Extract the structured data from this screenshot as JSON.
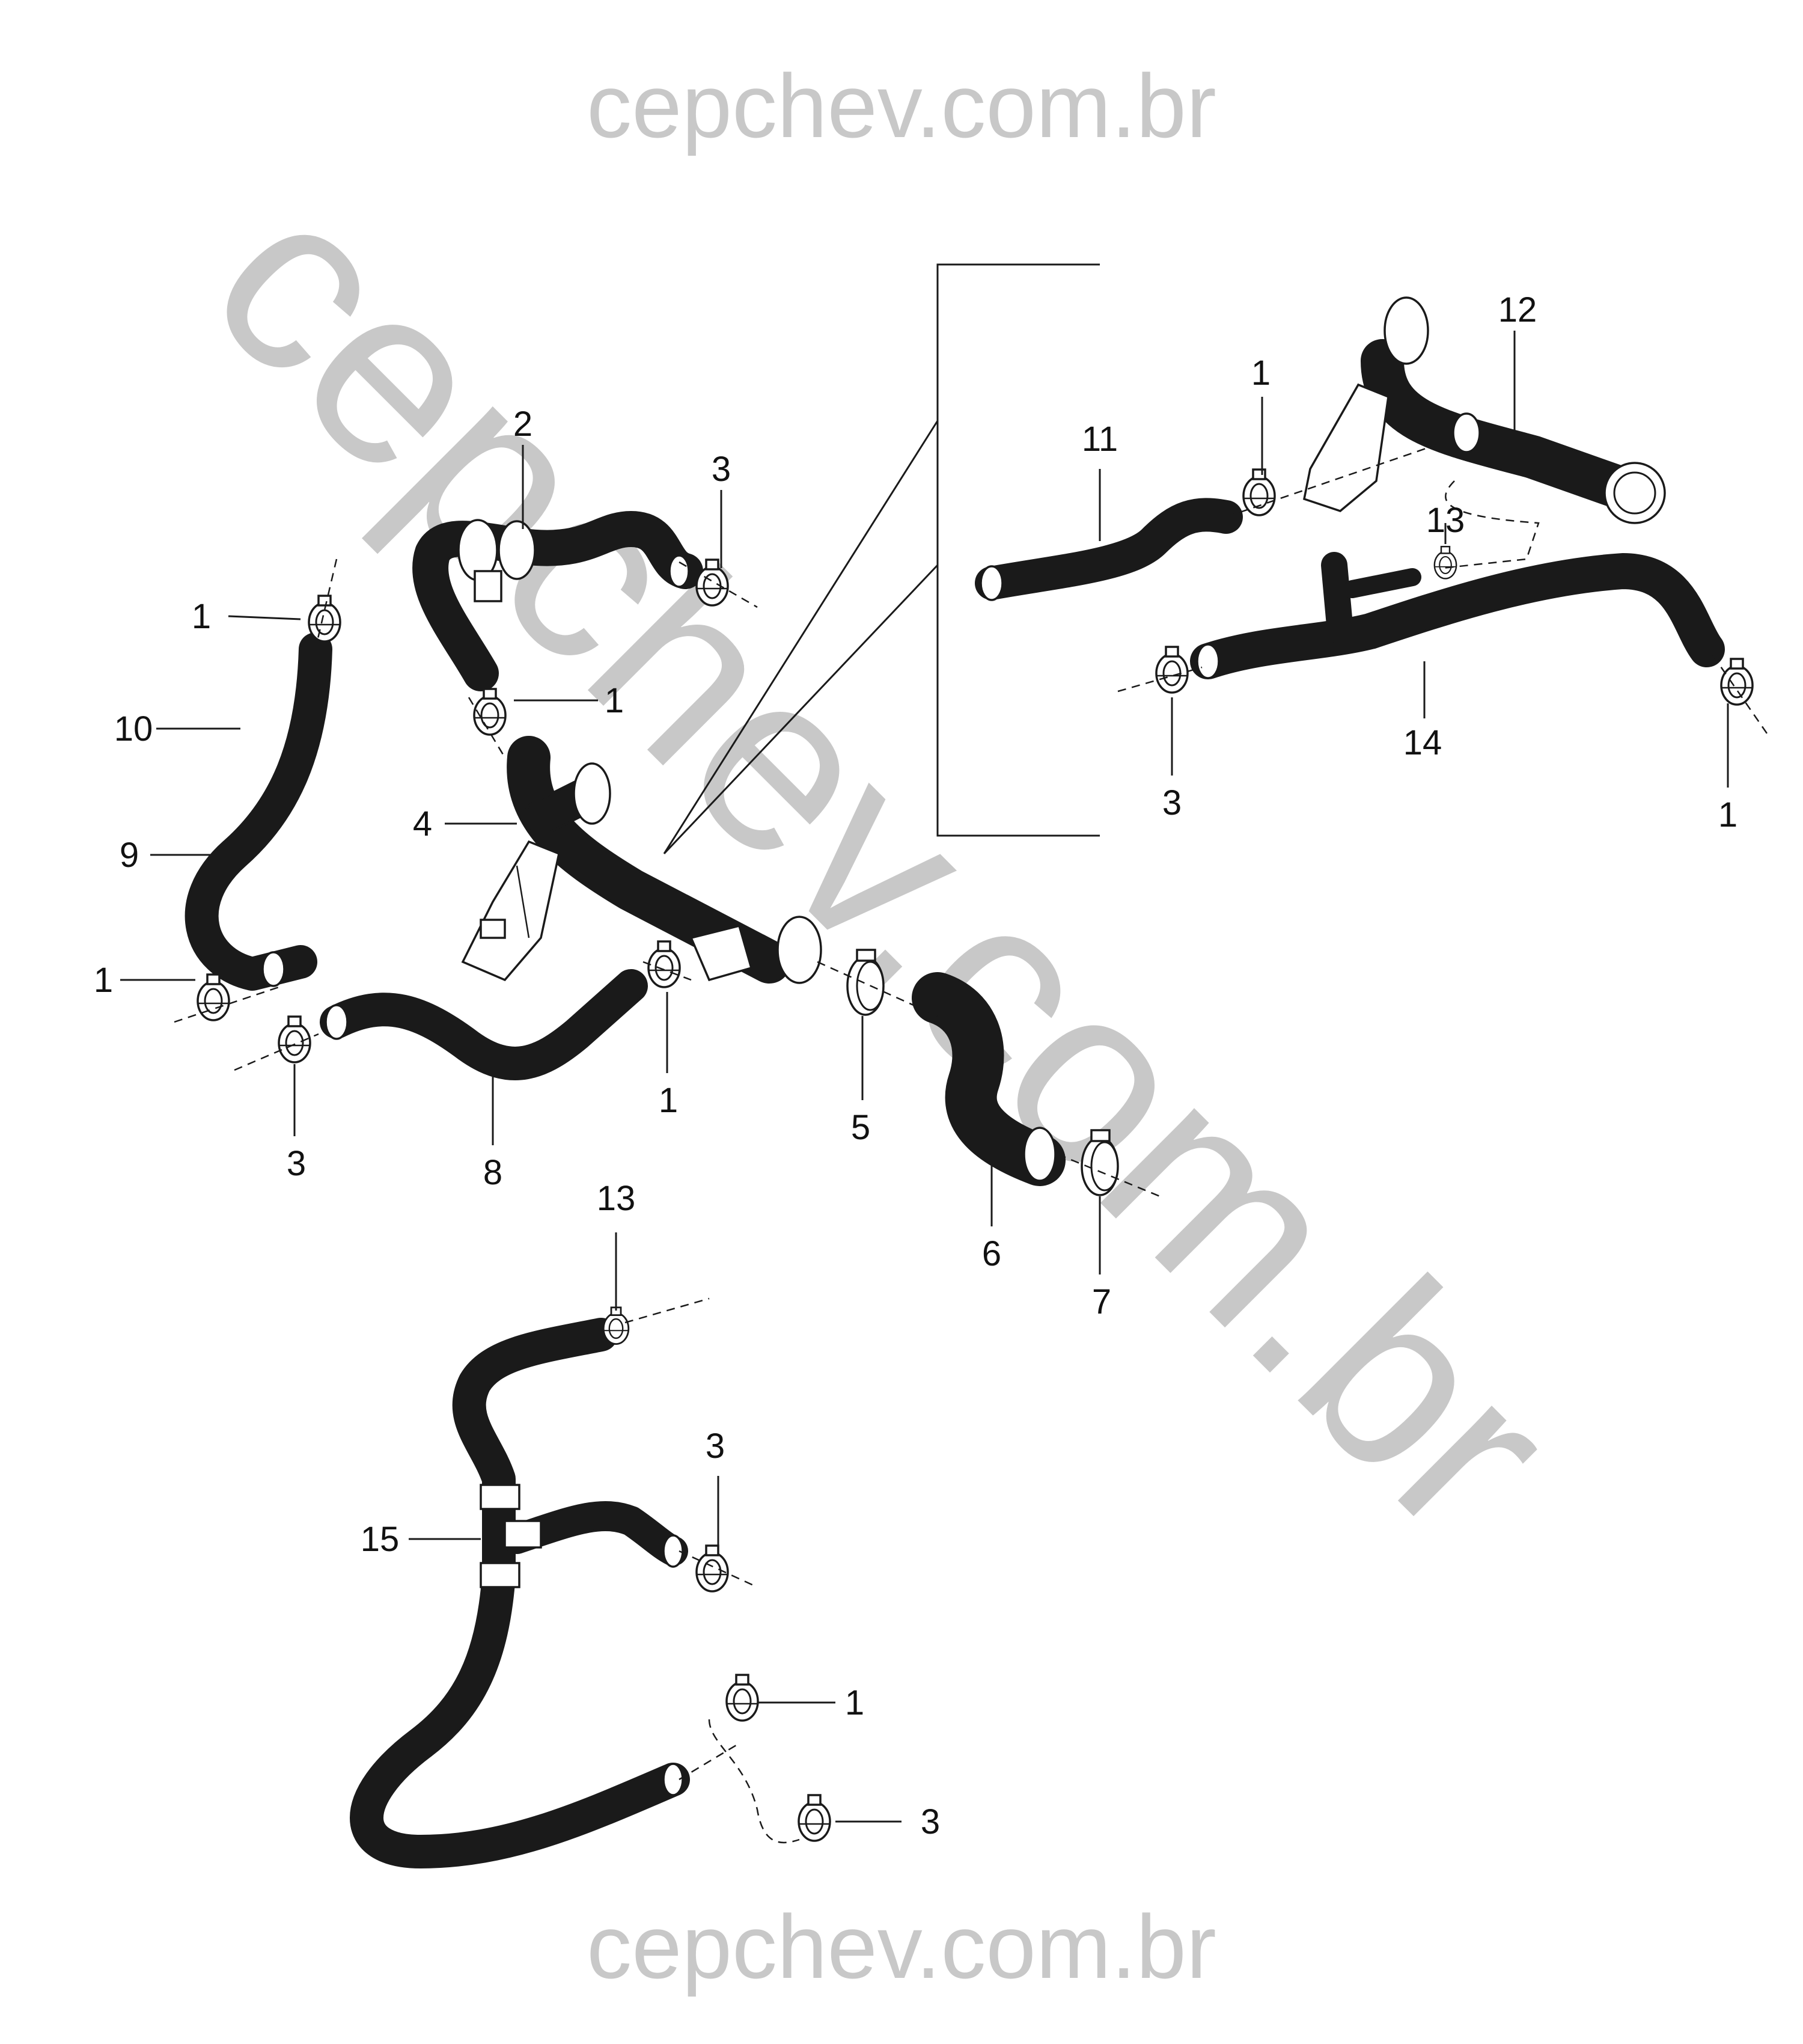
{
  "watermark": {
    "top": "cepchev.com.br",
    "bottom": "cepchev.com.br",
    "diagonal": "cepchev.com.br"
  },
  "callouts": [
    {
      "id": "c-1-a",
      "text": "1"
    },
    {
      "id": "c-2",
      "text": "2"
    },
    {
      "id": "c-3-a",
      "text": "3"
    },
    {
      "id": "c-1-b",
      "text": "1"
    },
    {
      "id": "c-10",
      "text": "10"
    },
    {
      "id": "c-4",
      "text": "4"
    },
    {
      "id": "c-9",
      "text": "9"
    },
    {
      "id": "c-1-c",
      "text": "1"
    },
    {
      "id": "c-3-b",
      "text": "3"
    },
    {
      "id": "c-8",
      "text": "8"
    },
    {
      "id": "c-1-d",
      "text": "1"
    },
    {
      "id": "c-5",
      "text": "5"
    },
    {
      "id": "c-6",
      "text": "6"
    },
    {
      "id": "c-7",
      "text": "7"
    },
    {
      "id": "c-12",
      "text": "12"
    },
    {
      "id": "c-1-e",
      "text": "1"
    },
    {
      "id": "c-11",
      "text": "11"
    },
    {
      "id": "c-13-a",
      "text": "13"
    },
    {
      "id": "c-14",
      "text": "14"
    },
    {
      "id": "c-3-c",
      "text": "3"
    },
    {
      "id": "c-1-f",
      "text": "1"
    },
    {
      "id": "c-13-b",
      "text": "13"
    },
    {
      "id": "c-3-d",
      "text": "3"
    },
    {
      "id": "c-15",
      "text": "15"
    },
    {
      "id": "c-1-g",
      "text": "1"
    },
    {
      "id": "c-3-e",
      "text": "3"
    }
  ]
}
